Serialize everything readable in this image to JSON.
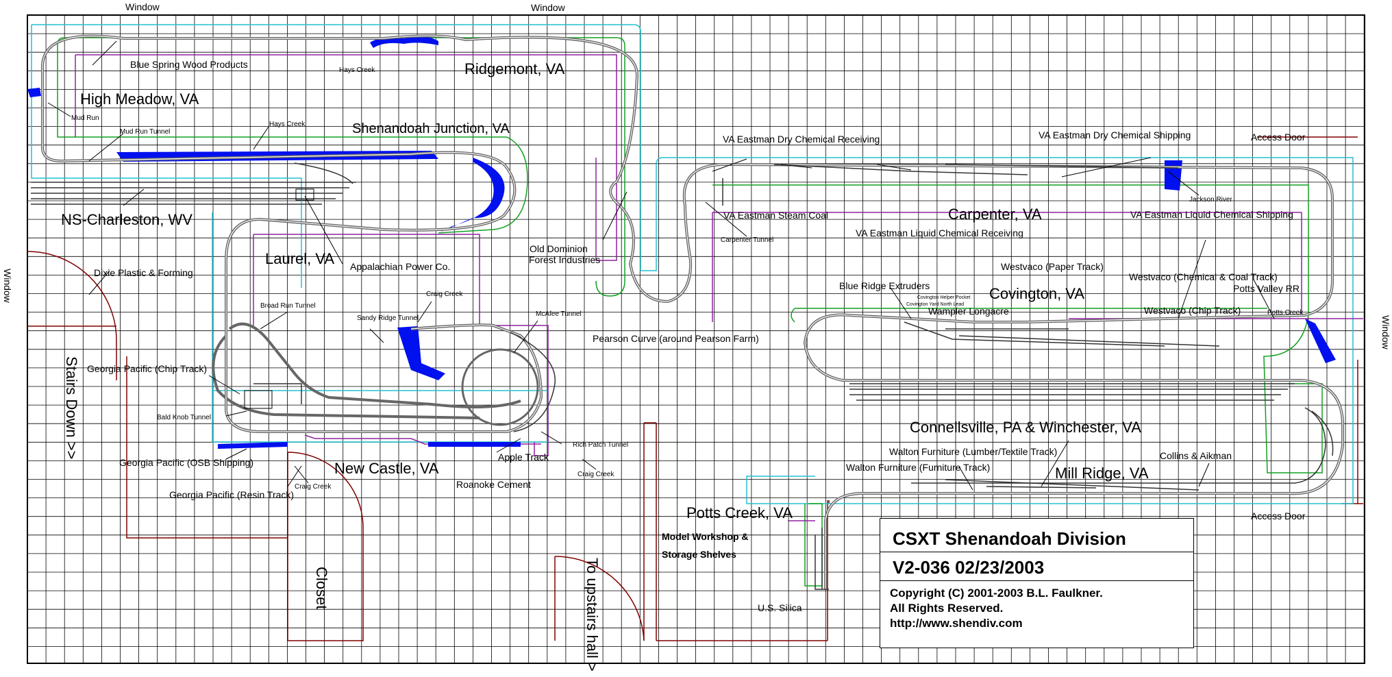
{
  "colors": {
    "grid": "#000000",
    "track": "#666666",
    "water": "#0010ee",
    "cyan_line": "#22c0d0",
    "green_line": "#10a020",
    "purple_line": "#9020a0",
    "wall_line": "#800000"
  },
  "windows": [
    "Window",
    "Window",
    "Window",
    "Window"
  ],
  "doors": {
    "access_top": "Access Door",
    "access_bottom": "Access Door",
    "stairs": "Stairs Down >>",
    "closet": "Closet",
    "upstairs": "To upstairs hall >"
  },
  "workshop": [
    "Model Workshop &",
    "Storage Shelves"
  ],
  "towns": {
    "high_meadow": "High Meadow, VA",
    "ridgemont": "Ridgemont, VA",
    "shenandoah_jct": "Shenandoah Junction, VA",
    "ns_charleston": "NS-Charleston, WV",
    "laurel": "Laurel, VA",
    "carpenter": "Carpenter, VA",
    "covington": "Covington, VA",
    "new_castle": "New Castle, VA",
    "connellsville": "Connellsville, PA & Winchester, VA",
    "mill_ridge": "Mill Ridge, VA",
    "potts_creek": "Potts Creek, VA"
  },
  "labels": {
    "blue_spring": "Blue Spring Wood Products",
    "hays_creek_1": "Hays Creek",
    "hays_creek_2": "Hays Creek",
    "mud_run": "Mud Run",
    "mud_run_tunnel": "Mud Run Tunnel",
    "dixie": "Dixie Plastic & Forming",
    "appalachian": "Appalachian Power Co.",
    "old_dominion_1": "Old Dominion",
    "old_dominion_2": "Forest Industries",
    "craig_creek_1": "Craig Creek",
    "craig_creek_2": "Craig Creek",
    "craig_creek_3": "Craig Creek",
    "broad_run": "Broad Run Tunnel",
    "sandy_ridge": "Sandy Ridge Tunnel",
    "mcafee": "McAfee Tunnel",
    "pearson": "Pearson Curve (around Pearson Farm)",
    "gp_chip": "Georgia Pacific (Chip Track)",
    "bald_knob": "Bald Knob Tunnel",
    "gp_osb": "Georgia Pacific (OSB Shipping)",
    "gp_resin": "Georgia Pacific (Resin Track)",
    "roanoke_cement": "Roanoke Cement",
    "apple_track": "Apple Track",
    "rich_patch": "Rich Patch Tunnel",
    "vae_dry_recv": "VA Eastman Dry Chemical Receiving",
    "vae_dry_ship": "VA Eastman Dry Chemical Shipping",
    "vae_steam": "VA Eastman Steam Coal",
    "vae_liq_recv": "VA Eastman Liquid Chemical Receiving",
    "vae_liq_ship": "VA Eastman Liquid Chemical Shipping",
    "jackson_river": "Jackson River",
    "carpenter_tunnel": "Carpenter Tunnel",
    "blue_ridge_ext": "Blue Ridge Extruders",
    "covington_helper": "Covington Helper Pocket",
    "covington_yard": "Covington Yard North Lead",
    "wampler": "Wampler Longacre",
    "westvaco_paper": "Westvaco (Paper Track)",
    "westvaco_chem": "Westvaco (Chemical & Coal Track)",
    "westvaco_chip": "Westvaco (Chip Track)",
    "potts_valley": "Potts Valley RR",
    "potts_creek_small": "Potts Creek",
    "walton_lumber": "Walton Furniture (Lumber/Textile Track)",
    "walton_furniture": "Walton Furniture (Furniture Track)",
    "collins": "Collins & Aikman",
    "us_silica": "U.S. Silica"
  },
  "title_block": {
    "title": "CSXT Shenandoah Division",
    "version": "V2-036 02/23/2003",
    "copyright": "Copyright (C) 2001-2003 B.L. Faulkner.",
    "rights": "All Rights Reserved.",
    "url": "http://www.shendiv.com"
  }
}
